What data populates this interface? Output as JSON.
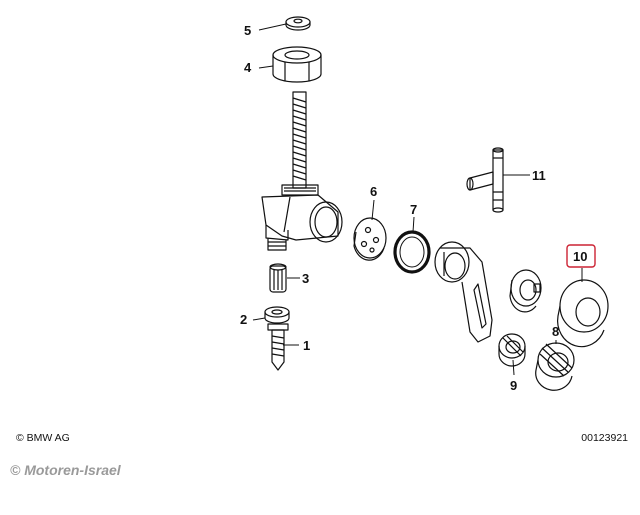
{
  "callouts": [
    "1",
    "2",
    "3",
    "4",
    "5",
    "6",
    "7",
    "8",
    "9",
    "10",
    "11"
  ],
  "highlight": {
    "label": "10",
    "color": "#cc2233"
  },
  "footer": {
    "copyright": "© BMW AG",
    "diagram_number": "00123921"
  },
  "watermark": "© Motoren-Israel"
}
